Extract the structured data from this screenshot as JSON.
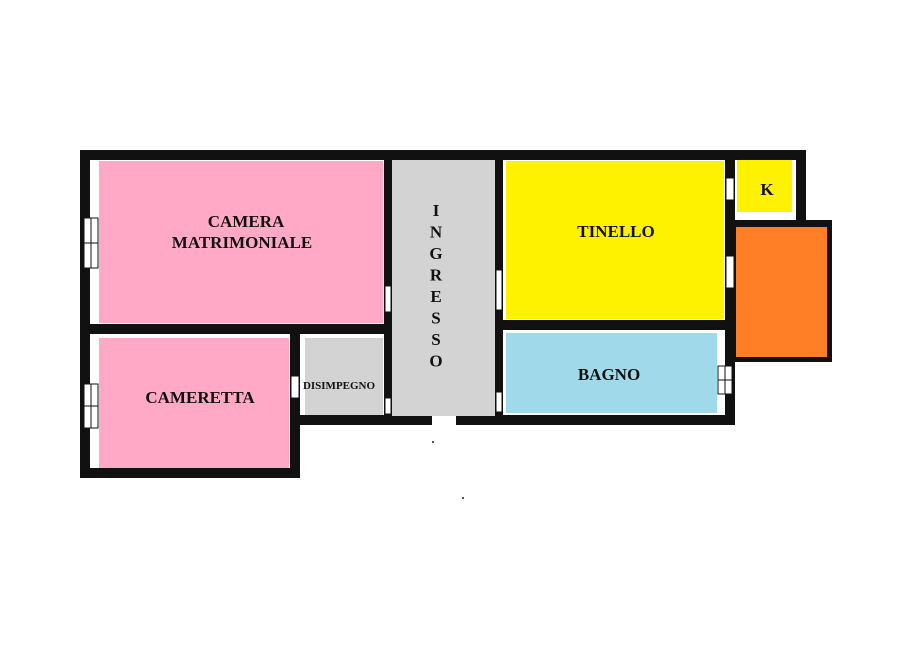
{
  "rooms": {
    "camera_matrimoniale": {
      "line1": "CAMERA",
      "line2": "MATRIMONIALE",
      "color": "#FFA9C6"
    },
    "cameretta": {
      "label": "CAMERETTA",
      "color": "#FFA9C6"
    },
    "disimpegno": {
      "label": "DISIMPEGNO",
      "color": "#D3D3D3"
    },
    "ingresso": {
      "letters": [
        "I",
        "N",
        "G",
        "R",
        "E",
        "S",
        "S",
        "O"
      ],
      "color": "#D3D3D3"
    },
    "tinello": {
      "label": "TINELLO",
      "color": "#FFF200"
    },
    "kitchenette": {
      "label": "K",
      "color": "#FFF200"
    },
    "bagno": {
      "label": "BAGNO",
      "color": "#9FD9EA"
    },
    "balcony": {
      "color": "#FF7F27"
    }
  },
  "colors": {
    "wall": "#111111"
  }
}
